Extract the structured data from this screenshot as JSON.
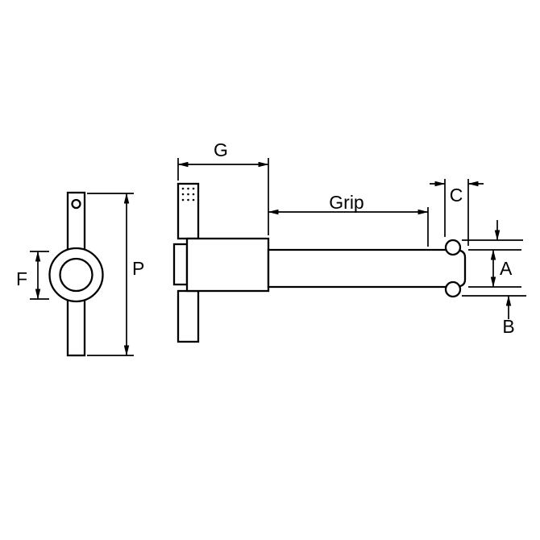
{
  "drawing": {
    "kind": "technical-dimension-drawing",
    "colors": {
      "line": "#000000",
      "background": "#ffffff"
    },
    "labels": {
      "g": "G",
      "grip": "Grip",
      "c": "C",
      "p": "P",
      "f": "F",
      "a": "A",
      "b": "B"
    }
  }
}
